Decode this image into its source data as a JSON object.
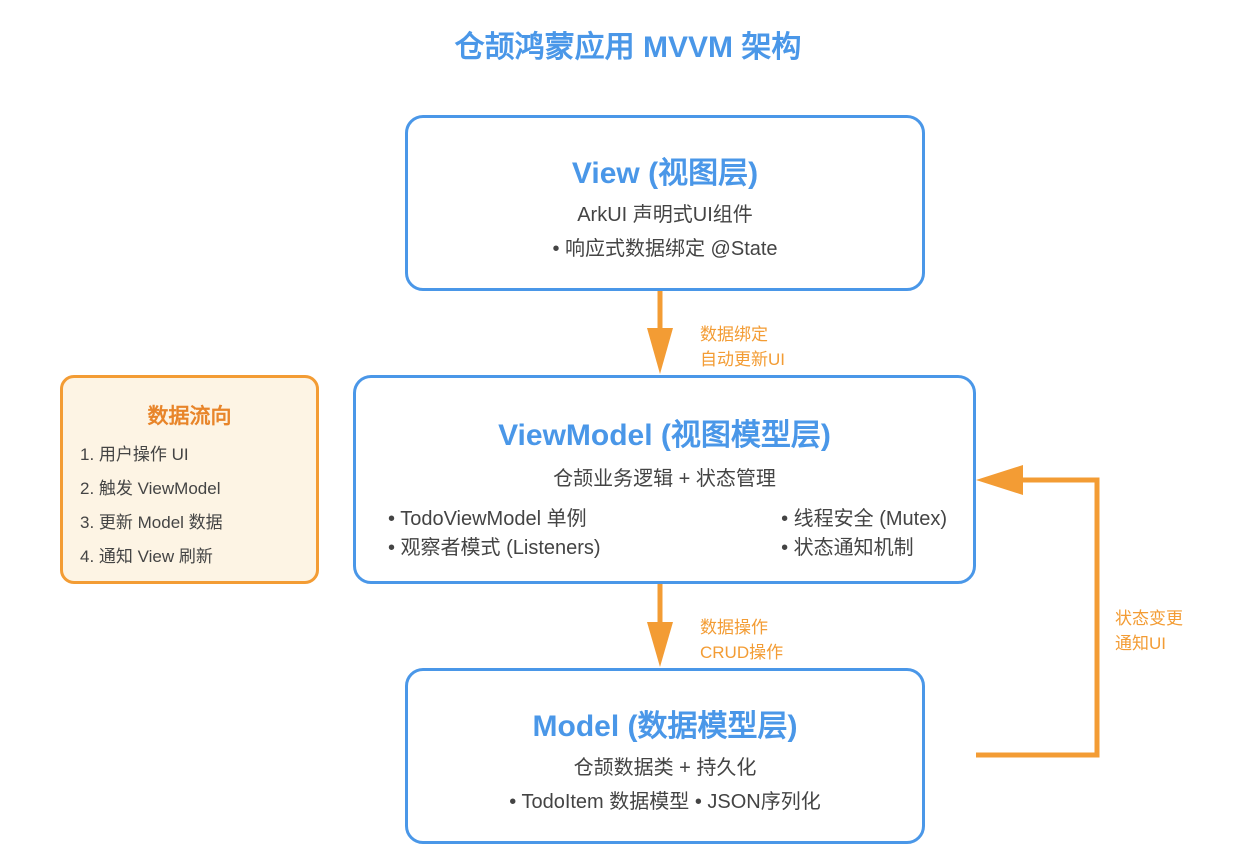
{
  "title": "仓颉鸿蒙应用 MVVM 架构",
  "layers": {
    "view": {
      "title": "View (视图层)",
      "subtitle": "ArkUI 声明式UI组件",
      "bullet": "• 响应式数据绑定 @State"
    },
    "viewmodel": {
      "title": "ViewModel (视图模型层)",
      "subtitle": "仓颉业务逻辑 + 状态管理",
      "bullets_left": [
        "• TodoViewModel 单例",
        "• 观察者模式 (Listeners)"
      ],
      "bullets_right": [
        "• 线程安全 (Mutex)",
        "• 状态通知机制"
      ]
    },
    "model": {
      "title": "Model (数据模型层)",
      "subtitle": "仓颉数据类 + 持久化",
      "bullet": "• TodoItem 数据模型 • JSON序列化"
    }
  },
  "arrows": {
    "view_to_vm": [
      "数据绑定",
      "自动更新UI"
    ],
    "vm_to_model": [
      "数据操作",
      "CRUD操作"
    ],
    "model_to_vm": [
      "状态变更",
      "通知UI"
    ]
  },
  "legend": {
    "title": "数据流向",
    "items": [
      "1. 用户操作 UI",
      "2. 触发 ViewModel",
      "3. 更新 Model 数据",
      "4. 通知 View 刷新"
    ]
  },
  "colors": {
    "primary": "#4a97e8",
    "accent": "#f39c34",
    "legend_bg": "#fdf4e4"
  }
}
